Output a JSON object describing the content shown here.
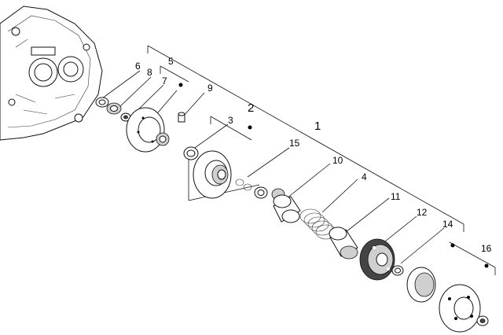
{
  "diagram": {
    "labels": [
      {
        "id": "1",
        "text": "1"
      },
      {
        "id": "2",
        "text": "2"
      },
      {
        "id": "3",
        "text": "3"
      },
      {
        "id": "4",
        "text": "4"
      },
      {
        "id": "5",
        "text": "5"
      },
      {
        "id": "6",
        "text": "6"
      },
      {
        "id": "7",
        "text": "7"
      },
      {
        "id": "8",
        "text": "8"
      },
      {
        "id": "9",
        "text": "9"
      },
      {
        "id": "10",
        "text": "10"
      },
      {
        "id": "11",
        "text": "11"
      },
      {
        "id": "12",
        "text": "12"
      },
      {
        "id": "14",
        "text": "14"
      },
      {
        "id": "15",
        "text": "15"
      },
      {
        "id": "16",
        "text": "16"
      }
    ]
  }
}
